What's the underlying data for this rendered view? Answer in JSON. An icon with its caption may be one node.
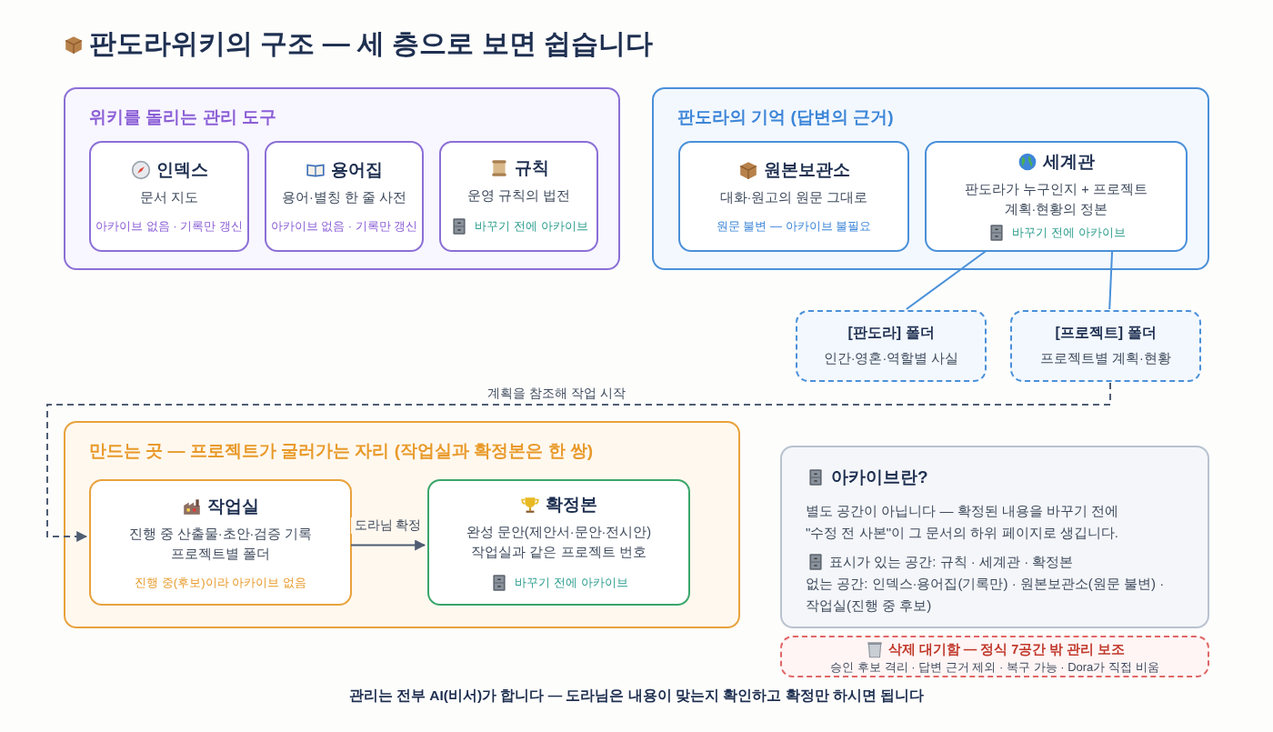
{
  "diagram": {
    "title": "판도라위키의 구조 — 세 층으로 보면 쉽습니다",
    "caption": "관리는 전부 AI(비서)가 합니다 — 도라님은 내용이 맞는지 확인하고 확정만 하시면 됩니다",
    "nodes": [
      {
        "text": [
          "위키를 돌리는 관리 도구"
        ]
      },
      {
        "text": [
          "인덱스",
          "문서 지도",
          "아카이브 없음 · 기록만 갱신"
        ],
        "in": 0
      },
      {
        "text": [
          "용어집",
          "용어·별칭 한 줄 사전",
          "아카이브 없음 · 기록만 갱신"
        ],
        "in": 0
      },
      {
        "text": [
          "규칙",
          "운영 규칙의 법전",
          "바꾸기 전에 아카이브"
        ],
        "in": 0
      },
      {
        "text": [
          "판도라의 기억 (답변의 근거)"
        ]
      },
      {
        "text": [
          "원본보관소",
          "대화·원고의 원문 그대로",
          "원문 불변 — 아카이브 불필요"
        ],
        "in": 4
      },
      {
        "text": [
          "세계관",
          "판도라가 누구인지 + 프로젝트 계획·현황의 정본",
          "바꾸기 전에 아카이브"
        ],
        "in": 4
      },
      {
        "text": [
          "[판도라] 폴더",
          "인간·영혼·역할별 사실"
        ]
      },
      {
        "text": [
          "[프로젝트] 폴더",
          "프로젝트별 계획·현황"
        ]
      },
      {
        "text": [
          "만드는 곳 — 프로젝트가 굴러가는 자리 (작업실과 확정본은 한 쌍)"
        ]
      },
      {
        "text": [
          "작업실",
          "진행 중 산출물·초안·검증 기록 프로젝트별 폴더",
          "진행 중(후보)이라 아카이브 없음"
        ],
        "in": 9
      },
      {
        "text": [
          "확정본",
          "완성 문안(제안서·문안·전시안) 작업실과 같은 프로젝트 번호",
          "바꾸기 전에 아카이브"
        ],
        "in": 9
      },
      {
        "text": [
          "아카이브란?",
          "별도 공간이 아닙니다 — 확정된 내용을 바꾸기 전에 \"수정 전 사본\"이 그 문서의 하위 페이지로 생깁니다.",
          "표시가 있는 공간: 규칙 · 세계관 · 확정본",
          "없는 공간: 인덱스·용어집(기록만) · 원본보관소(원문 불변) · 작업실(진행 중 후보)"
        ]
      },
      {
        "text": [
          "삭제 대기함 — 정식 7공간 밖 관리 보조",
          "승인 후보 격리 · 답변 근거 제외 · 복구 가능 · Dora가 직접 비움"
        ]
      }
    ],
    "edges": [
      {
        "from": 6,
        "to": 7,
        "arrow": "none",
        "color": "#4a90d9"
      },
      {
        "from": 6,
        "to": 8,
        "arrow": "none",
        "color": "#4a90d9"
      },
      {
        "from": 8,
        "to": 10,
        "arrow": "to",
        "style": "dashed",
        "color": "#4f5d73",
        "label": "계획을 참조해 작업 시작"
      },
      {
        "from": 10,
        "to": 11,
        "arrow": "to",
        "color": "#4f5d73",
        "label": "도라님 확정"
      }
    ]
  }
}
